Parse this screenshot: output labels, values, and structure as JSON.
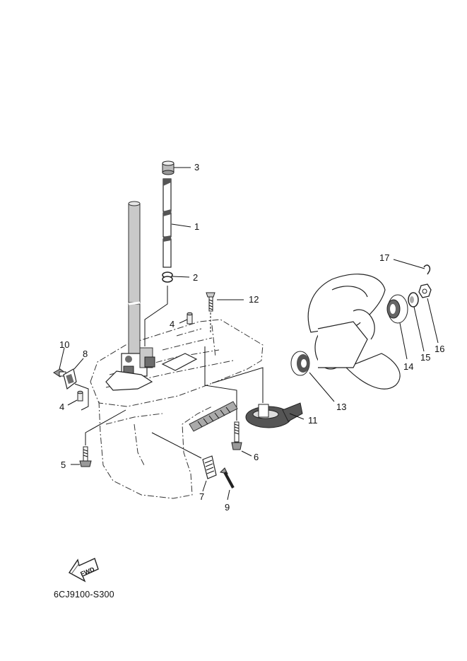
{
  "diagram": {
    "fwd_label": "FWD",
    "drawing_code": "6CJ9100-S300",
    "callouts": [
      "1",
      "2",
      "3",
      "4",
      "4",
      "5",
      "6",
      "7",
      "8",
      "9",
      "10",
      "11",
      "12",
      "13",
      "14",
      "15",
      "16",
      "17"
    ]
  }
}
